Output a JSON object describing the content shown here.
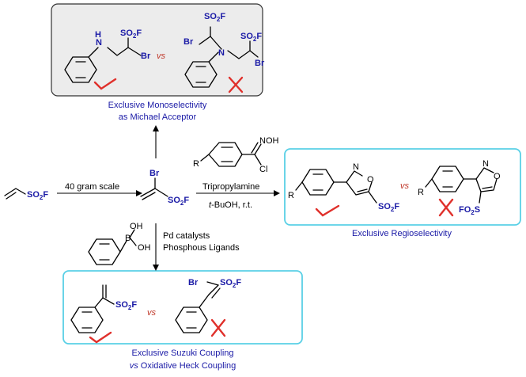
{
  "labels": {
    "so2f": "SO2F",
    "fo2s": "FO2S",
    "br": "Br",
    "n": "N",
    "h": "H",
    "o": "O",
    "b": "B",
    "oh": "OH",
    "cl": "Cl",
    "noh": "NOH",
    "r": "R"
  },
  "subscript": "2",
  "vs": "vs",
  "conditions": {
    "scale": "40 gram scale",
    "base": "Tripropylamine",
    "solvent_italic": "t",
    "solvent_rest": "-BuOH, r.t.",
    "pd": "Pd catalysts",
    "ligands": "Phosphous Ligands"
  },
  "captions": {
    "top_line1": "Exclusive Monoselectivity",
    "top_line2": "as Michael Acceptor",
    "right": "Exclusive Regioselectivity",
    "bottom_line1": "Exclusive Suzuki Coupling",
    "bottom_line2_italic": "vs",
    "bottom_line2_rest": " Oxidative Heck Coupling"
  },
  "colors": {
    "top_box_border": "#333333",
    "top_box_fill": "#ececec",
    "cyan_border": "#5ad0e6",
    "caption": "#1a1aa6",
    "mark": "#e0302b"
  }
}
